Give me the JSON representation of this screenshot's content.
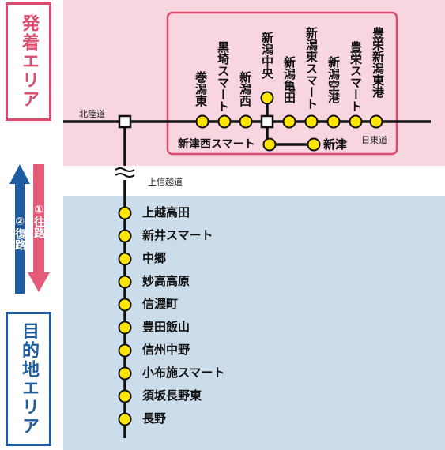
{
  "areas": {
    "origin_label": "発着エリア",
    "destination_label": "目的地エリア"
  },
  "directions": {
    "outbound": "①往路",
    "return": "②復路"
  },
  "roads": {
    "hokuriku": "北陸道",
    "joshinetsu": "上信越道",
    "nihonkai_tohoku": "日東道"
  },
  "top_stations": [
    "巻潟東",
    "黒埼スマート",
    "新潟西",
    "新潟中央",
    "新潟亀田",
    "新潟東スマート",
    "新潟空港",
    "豊栄スマート",
    "豊栄新潟東港"
  ],
  "branch_stations": [
    "新津西スマート",
    "新津"
  ],
  "bottom_stations": [
    "上越高田",
    "新井スマート",
    "中郷",
    "妙高高原",
    "信濃町",
    "豊田飯山",
    "信州中野",
    "小布施スマート",
    "須坂長野東",
    "長野"
  ],
  "colors": {
    "origin_accent": "#d94c6e",
    "destination_accent": "#1d5ca0",
    "station_fill": "#ffe600",
    "origin_zone_bg": "#f7d6df",
    "destination_zone_bg": "#cbdcea"
  }
}
